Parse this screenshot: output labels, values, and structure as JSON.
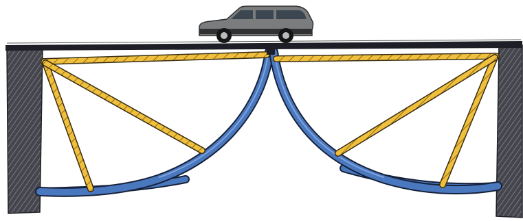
{
  "diagram": {
    "subject": "bridge-sketch",
    "colors": {
      "paper": "#ffffff",
      "deck": "#1e1f26",
      "pier": "#45464d",
      "pier_hatch": "#9a9aa0",
      "tension_member": "#f0bf3c",
      "tension_outline": "#3a2e12",
      "arch": "#4a78bf",
      "arch_highlight": "#7fa3dc",
      "arch_outline": "#16213a",
      "car_body": "#7a7c7e",
      "car_dark": "#2f3133",
      "car_glass": "#3c4650",
      "tire": "#151515",
      "rim": "#b9bbbd"
    },
    "elements": {
      "vehicle": "car-icon",
      "piers": 2,
      "arches": 2
    }
  }
}
